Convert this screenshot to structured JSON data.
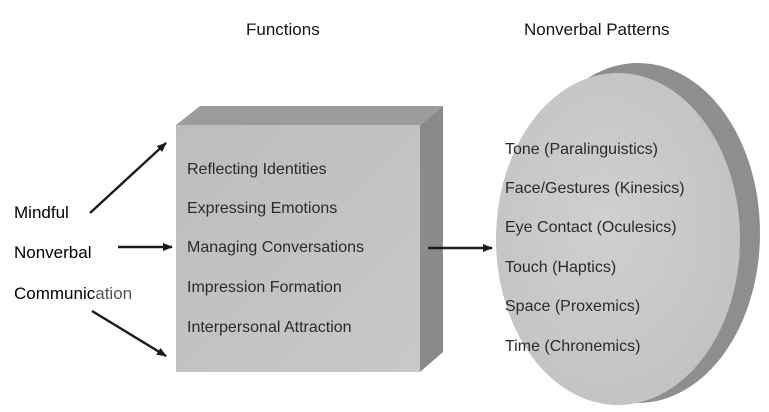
{
  "headings": {
    "functions": "Functions",
    "patterns": "Nonverbal Patterns"
  },
  "left_labels": {
    "mindful": "Mindful",
    "nonverbal": "Nonverbal",
    "communication_dark": "Communic",
    "communication_light": "ation"
  },
  "functions": [
    "Reflecting Identities",
    "Expressing Emotions",
    "Managing Conversations",
    "Impression Formation",
    "Interpersonal Attraction"
  ],
  "patterns": [
    "Tone (Paralinguistics)",
    "Face/Gestures (Kinesics)",
    "Eye Contact (Oculesics)",
    "Touch (Haptics)",
    "Space (Proxemics)",
    "Time (Chronemics)"
  ],
  "colors": {
    "box_front": "#c2c2c2",
    "box_top": "#9c9c9c",
    "box_side": "#8a8a8a",
    "oval_face": "#cbcbcb",
    "oval_rim": "#8e8e8e",
    "arrow": "#1a1a1a"
  }
}
